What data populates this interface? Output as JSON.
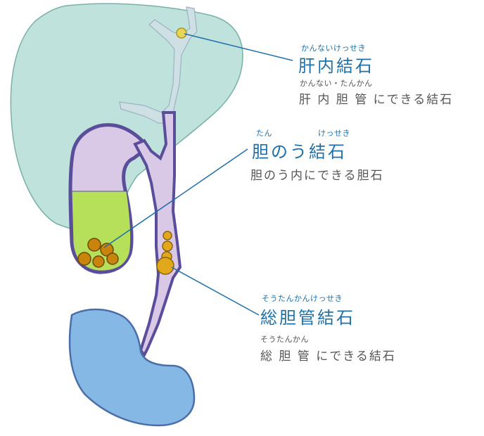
{
  "labels": {
    "intrahepatic": {
      "ruby": "かんないけっせき",
      "title": "肝内結石",
      "ruby2": "かんない・たんかん",
      "desc": "肝 内 胆 管 にできる結石"
    },
    "gallbladder": {
      "ruby_a": "たん",
      "ruby_b": "けっせき",
      "title": "胆のう結石",
      "desc": "胆のう内にできる胆石"
    },
    "common_duct": {
      "ruby": "そうたんかんけっせき",
      "title": "総胆管結石",
      "ruby2": "そうたんかん",
      "desc": "総 胆 管 にできる結石"
    }
  },
  "colors": {
    "liver": "#bfe3dc",
    "duct": "#d9c8e6",
    "outline": "#5a4e9a",
    "bile": "#b7e05a",
    "stone": "#d39a16",
    "duodenum": "#86b8e6",
    "label": "#1f6fa8"
  }
}
